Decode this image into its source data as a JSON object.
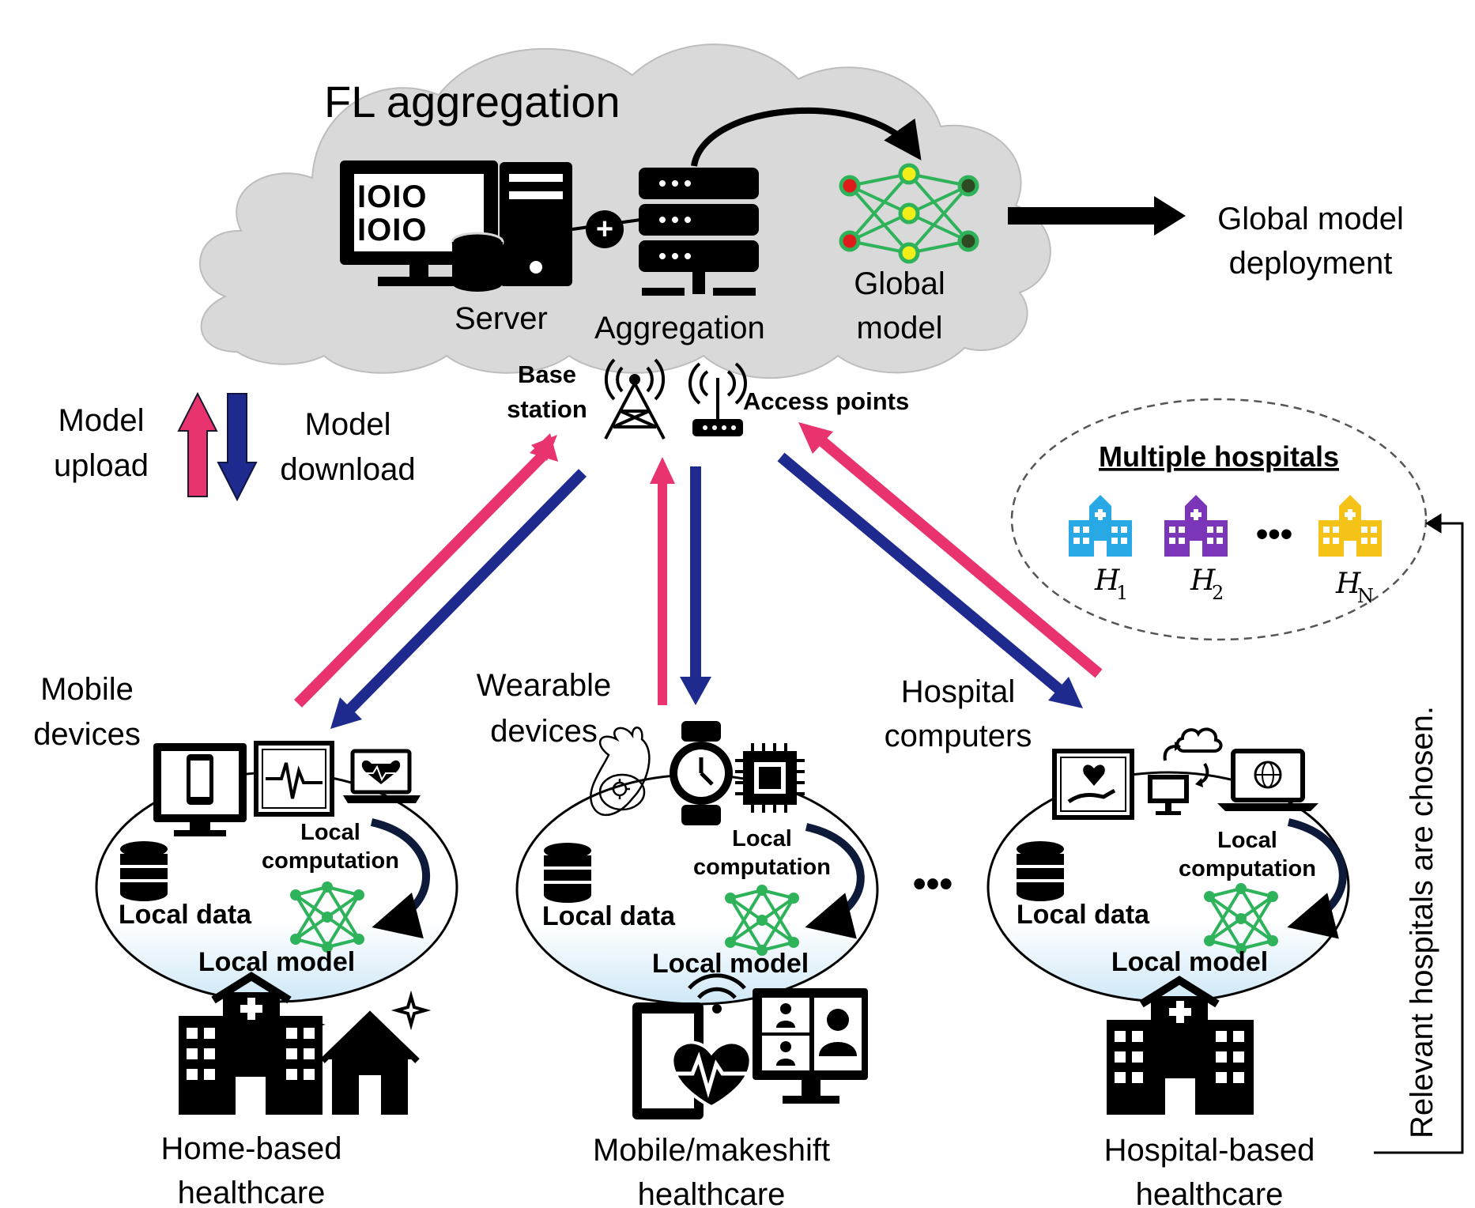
{
  "cloud": {
    "title": "FL aggregation",
    "server_label": "Server",
    "aggregation_label": "Aggregation",
    "global_model_label_1": "Global",
    "global_model_label_2": "model",
    "bits_row_1": "IOIO",
    "bits_row_2": "IOIO",
    "plus_sign": "+"
  },
  "deployment": {
    "line1": "Global model",
    "line2": "deployment"
  },
  "network": {
    "base_station_1": "Base",
    "base_station_2": "station",
    "access_points": "Access points"
  },
  "legend": {
    "upload_1": "Model",
    "upload_2": "upload",
    "download_1": "Model",
    "download_2": "download",
    "upload_color": "#e8336e",
    "download_color": "#1f2a8f"
  },
  "hospitals_box": {
    "title": "Multiple hospitals",
    "items": [
      {
        "symbol": "H",
        "subscript": "1",
        "color": "#29a8e6"
      },
      {
        "symbol": "H",
        "subscript": "2",
        "color": "#7a35b8"
      },
      {
        "symbol": "H",
        "subscript": "N",
        "color": "#f5c318"
      }
    ],
    "ellipsis": "•••"
  },
  "side_note": "Relevant hospitals are chosen.",
  "clusters": [
    {
      "devices_1": "Mobile",
      "devices_2": "devices",
      "comp_1": "Local",
      "comp_2": "computation",
      "data": "Local data",
      "model": "Local model",
      "setting_1": "Home-based",
      "setting_2": "healthcare"
    },
    {
      "devices_1": "Wearable",
      "devices_2": "devices",
      "comp_1": "Local",
      "comp_2": "computation",
      "data": "Local data",
      "model": "Local model",
      "setting_1": "Mobile/makeshift",
      "setting_2": "healthcare"
    },
    {
      "devices_1": "Hospital",
      "devices_2": "computers",
      "comp_1": "Local",
      "comp_2": "computation",
      "data": "Local data",
      "model": "Local model",
      "setting_1": "Hospital-based",
      "setting_2": "healthcare"
    }
  ],
  "cluster_ellipsis": "•••",
  "colors": {
    "cloud_fill": "#d9d9d9",
    "network_green": "#2eb35a",
    "node_yellow": "#f2ee1a",
    "node_red": "#e01b1b",
    "node_dark": "#2f4a22"
  }
}
